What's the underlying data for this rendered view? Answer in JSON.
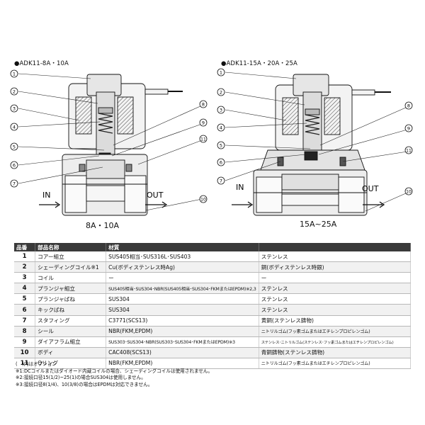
{
  "left": {
    "title": "●ADK11-8A・10A",
    "caption": "8A・10A",
    "in_label": "IN",
    "out_label": "OUT",
    "callouts": [
      "1",
      "2",
      "3",
      "4",
      "5",
      "6",
      "7",
      "8",
      "9",
      "11",
      "10"
    ]
  },
  "right": {
    "title": "●ADK11-15A・20A・25A",
    "caption": "15A~25A",
    "in_label": "IN",
    "out_label": "OUT",
    "callouts": [
      "1",
      "2",
      "3",
      "4",
      "5",
      "6",
      "7",
      "8",
      "9",
      "11",
      "10"
    ]
  },
  "table": {
    "headers": [
      "品番",
      "部品名称",
      "材質",
      ""
    ],
    "rows": [
      {
        "no": "1",
        "name": "コアー組立",
        "material": "SUS405相当･SUS316L･SUS403",
        "note": "ステンレス"
      },
      {
        "no": "2",
        "name": "シェーディングコイル※1",
        "material": "Cu(ボディステンレス時Ag)",
        "note": "銅(ボディステンレス時銀)"
      },
      {
        "no": "3",
        "name": "コイル",
        "material": "ー",
        "note": "ー"
      },
      {
        "no": "4",
        "name": "プランジャ組立",
        "material": "SUS405相当･SUS304･NBR(SUS405相当･SUS304･FKMまたはEPDM)※2,3",
        "note": "ステンレス"
      },
      {
        "no": "5",
        "name": "プランジャばね",
        "material": "SUS304",
        "note": "ステンレス"
      },
      {
        "no": "6",
        "name": "キックばね",
        "material": "SUS304",
        "note": "ステンレス"
      },
      {
        "no": "7",
        "name": "スタフィング",
        "material": "C3771(SCS13)",
        "note": "黄銅(ステンレス鋳物)"
      },
      {
        "no": "8",
        "name": "シール",
        "material": "NBR(FKM,EPDM)",
        "note": "ニトリルゴム(フッ素ゴムまたはエチレンプロピレンゴム)"
      },
      {
        "no": "9",
        "name": "ダイアフラム組立",
        "material": "SUS303･SUS304･NBR(SUS303･SUS304･FKMまたはEPDM)※3",
        "note": "ステンレス･ニトリルゴム(ステンレス･フッ素ゴムまたはエチレンプロピレンゴム)"
      },
      {
        "no": "10",
        "name": "ボディ",
        "material": "CAC408(SCS13)",
        "note": "青銅鋳物(ステンレス鋳物)"
      },
      {
        "no": "11",
        "name": "Oリング",
        "material": "NBR(FKM,EPDM)",
        "note": "ニトリルゴム(フッ素ゴムまたはエチレンプロピレンゴム)"
      }
    ]
  },
  "notes": [
    "(　)内はオプション",
    "※1:DCコイルまたはダイオード内蔵コイルの場合、シェーディングコイルは使用されません。",
    "※2:接続口径15(1/2)~25(1)の場合SUS304は使用しません。",
    "※3:接続口径8(1/4)、10(3/8)の場合はEPDMは対応できません。"
  ],
  "colors": {
    "header_bg": "#3a3a3a",
    "body_fill": "#ececec",
    "dark_fill": "#555555"
  }
}
